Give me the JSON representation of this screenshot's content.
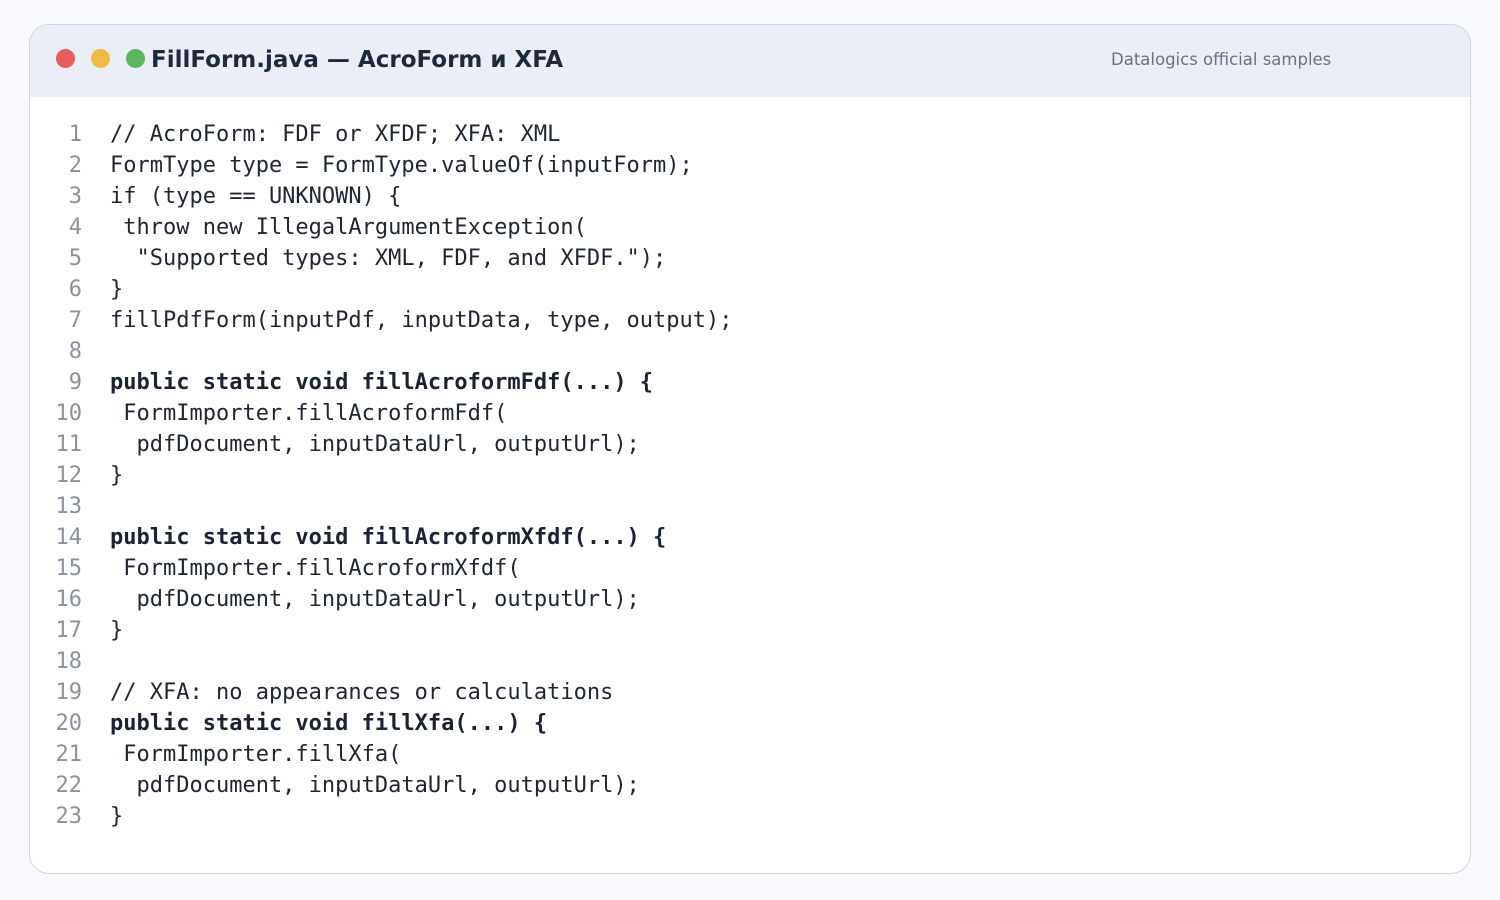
{
  "window": {
    "controls": {
      "close": "close-dot",
      "minimize": "minimize-dot",
      "maximize": "maximize-dot",
      "close_color": "#e85d5d",
      "minimize_color": "#f0bb45",
      "maximize_color": "#5cb660"
    },
    "title": "FillForm.java — AcroForm и XFA",
    "subtitle": "Datalogics official samples"
  },
  "code": {
    "lines": [
      {
        "n": "1",
        "text": "// AcroForm: FDF or XFDF; XFA: XML",
        "bold": false
      },
      {
        "n": "2",
        "text": "FormType type = FormType.valueOf(inputForm);",
        "bold": false
      },
      {
        "n": "3",
        "text": "if (type == UNKNOWN) {",
        "bold": false
      },
      {
        "n": "4",
        "text": " throw new IllegalArgumentException(",
        "bold": false
      },
      {
        "n": "5",
        "text": "  \"Supported types: XML, FDF, and XFDF.\");",
        "bold": false
      },
      {
        "n": "6",
        "text": "}",
        "bold": false
      },
      {
        "n": "7",
        "text": "fillPdfForm(inputPdf, inputData, type, output);",
        "bold": false
      },
      {
        "n": "8",
        "text": "",
        "bold": false
      },
      {
        "n": "9",
        "text": "public static void fillAcroformFdf(...) {",
        "bold": true
      },
      {
        "n": "10",
        "text": " FormImporter.fillAcroformFdf(",
        "bold": false
      },
      {
        "n": "11",
        "text": "  pdfDocument, inputDataUrl, outputUrl);",
        "bold": false
      },
      {
        "n": "12",
        "text": "}",
        "bold": false
      },
      {
        "n": "13",
        "text": "",
        "bold": false
      },
      {
        "n": "14",
        "text": "public static void fillAcroformXfdf(...) {",
        "bold": true
      },
      {
        "n": "15",
        "text": " FormImporter.fillAcroformXfdf(",
        "bold": false
      },
      {
        "n": "16",
        "text": "  pdfDocument, inputDataUrl, outputUrl);",
        "bold": false
      },
      {
        "n": "17",
        "text": "}",
        "bold": false
      },
      {
        "n": "18",
        "text": "",
        "bold": false
      },
      {
        "n": "19",
        "text": "// XFA: no appearances or calculations",
        "bold": false
      },
      {
        "n": "20",
        "text": "public static void fillXfa(...) {",
        "bold": true
      },
      {
        "n": "21",
        "text": " FormImporter.fillXfa(",
        "bold": false
      },
      {
        "n": "22",
        "text": "  pdfDocument, inputDataUrl, outputUrl);",
        "bold": false
      },
      {
        "n": "23",
        "text": "}",
        "bold": false
      }
    ]
  }
}
